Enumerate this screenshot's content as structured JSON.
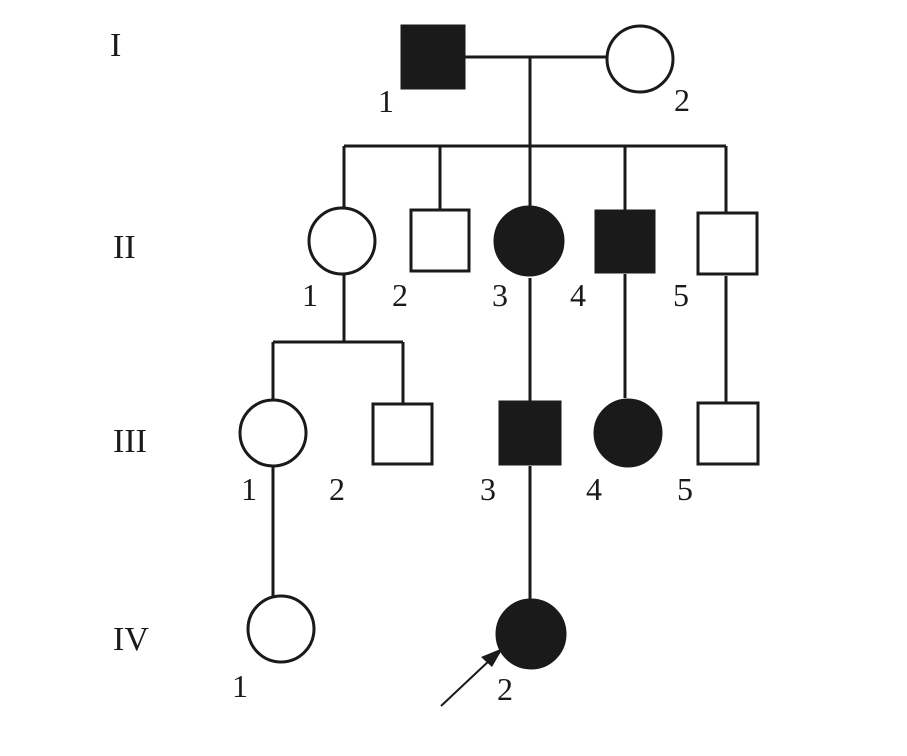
{
  "colors": {
    "affected": "#1a1a1a",
    "unaffected": "#ffffff",
    "line": "#1a1a1a"
  },
  "generations": [
    {
      "id": "I",
      "label": "I"
    },
    {
      "id": "II",
      "label": "II"
    },
    {
      "id": "III",
      "label": "III"
    },
    {
      "id": "IV",
      "label": "IV"
    }
  ],
  "individuals": [
    {
      "id": "I-1",
      "generation": "I",
      "number": "1",
      "sex": "male",
      "affected": true
    },
    {
      "id": "I-2",
      "generation": "I",
      "number": "2",
      "sex": "female",
      "affected": false
    },
    {
      "id": "II-1",
      "generation": "II",
      "number": "1",
      "sex": "female",
      "affected": false
    },
    {
      "id": "II-2",
      "generation": "II",
      "number": "2",
      "sex": "male",
      "affected": false
    },
    {
      "id": "II-3",
      "generation": "II",
      "number": "3",
      "sex": "female",
      "affected": true
    },
    {
      "id": "II-4",
      "generation": "II",
      "number": "4",
      "sex": "male",
      "affected": true
    },
    {
      "id": "II-5",
      "generation": "II",
      "number": "5",
      "sex": "male",
      "affected": false
    },
    {
      "id": "III-1",
      "generation": "III",
      "number": "1",
      "sex": "female",
      "affected": false
    },
    {
      "id": "III-2",
      "generation": "III",
      "number": "2",
      "sex": "male",
      "affected": false
    },
    {
      "id": "III-3",
      "generation": "III",
      "number": "3",
      "sex": "male",
      "affected": true
    },
    {
      "id": "III-4",
      "generation": "III",
      "number": "4",
      "sex": "female",
      "affected": true
    },
    {
      "id": "III-5",
      "generation": "III",
      "number": "5",
      "sex": "male",
      "affected": false
    },
    {
      "id": "IV-1",
      "generation": "IV",
      "number": "1",
      "sex": "female",
      "affected": false
    },
    {
      "id": "IV-2",
      "generation": "IV",
      "number": "2",
      "sex": "female",
      "affected": true,
      "proband": true
    }
  ],
  "relationships": [
    {
      "type": "mating",
      "partners": [
        "I-1",
        "I-2"
      ],
      "children": [
        "II-1",
        "II-2",
        "II-3",
        "II-4",
        "II-5"
      ]
    },
    {
      "type": "descent",
      "parent": "II-1",
      "children": [
        "III-1",
        "III-2"
      ]
    },
    {
      "type": "descent",
      "parent": "II-3",
      "children": [
        "III-3"
      ]
    },
    {
      "type": "descent",
      "parent": "II-4",
      "children": [
        "III-4"
      ]
    },
    {
      "type": "descent",
      "parent": "II-5",
      "children": [
        "III-5"
      ]
    },
    {
      "type": "descent",
      "parent": "III-1",
      "children": [
        "IV-1"
      ]
    },
    {
      "type": "descent",
      "parent": "III-3",
      "children": [
        "IV-2"
      ]
    }
  ]
}
